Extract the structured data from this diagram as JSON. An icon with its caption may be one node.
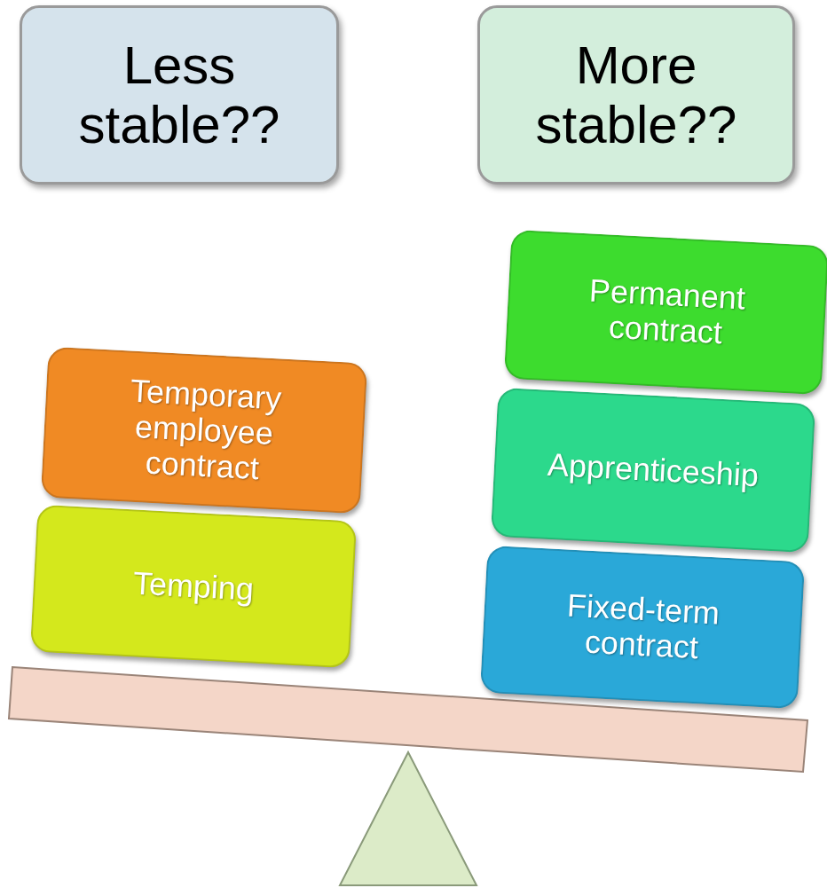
{
  "diagram": {
    "nodes": [
      {
        "text": [
          "Less stable??"
        ]
      },
      {
        "text": [
          "More stable??"
        ]
      },
      {
        "text": [
          "Temporary employee contract"
        ]
      },
      {
        "text": [
          "Temping"
        ]
      },
      {
        "text": [
          "Permanent contract"
        ]
      },
      {
        "text": [
          "Apprenticeship"
        ]
      },
      {
        "text": [
          "Fixed-term contract"
        ]
      }
    ]
  }
}
